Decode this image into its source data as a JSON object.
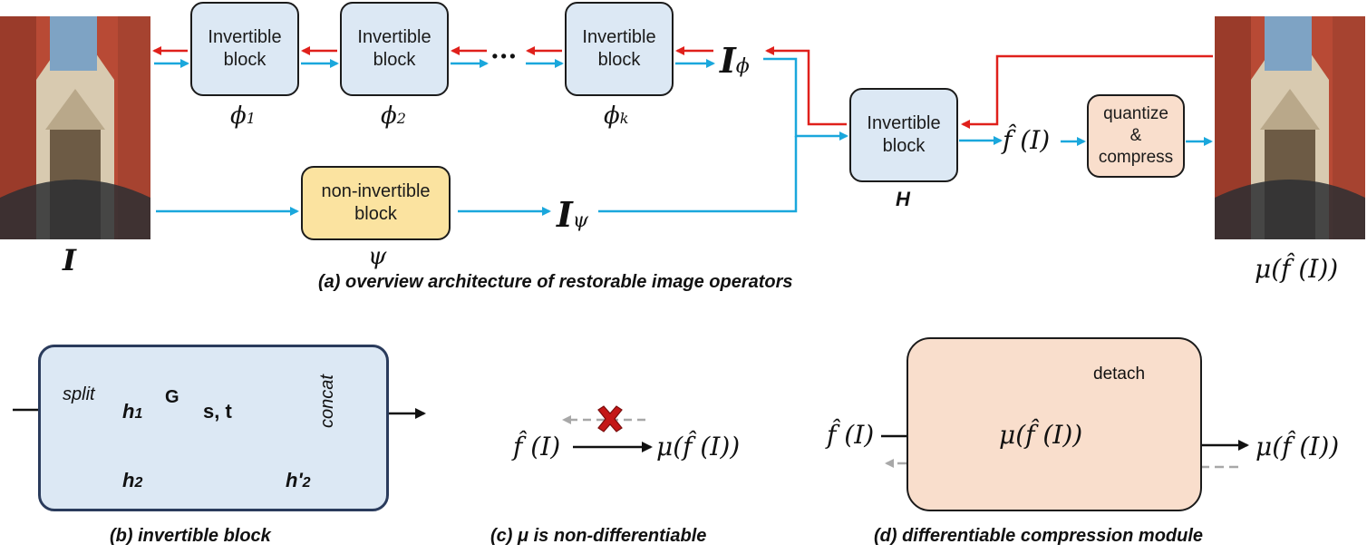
{
  "overview": {
    "blocks": {
      "phi1": "Invertible\nblock",
      "phi2": "Invertible\nblock",
      "phik": "Invertible\nblock",
      "noninvertible": "non-invertible\nblock",
      "h": "Invertible\nblock",
      "quantize": "quantize\n&\ncompress"
    },
    "labels": {
      "phi1": "ϕ",
      "phi1_sub": "1",
      "phi2": "ϕ",
      "phi2_sub": "2",
      "phik": "ϕ",
      "phik_sub": "k",
      "ellipsis": "...",
      "I_phi": "I",
      "I_phi_sub": "ϕ",
      "I_psi": "I",
      "I_psi_sub": "ψ",
      "psi": "ψ",
      "H": "H",
      "fI": "f̂ (I)",
      "input_image": "I",
      "output_image": "μ(f̂ (I))"
    },
    "caption": "(a) overview architecture of restorable image operators",
    "colors": {
      "forward": "#1aa7dc",
      "backward": "#e0201b"
    }
  },
  "invertible_block": {
    "split": "split",
    "h1": "h",
    "h1_sub": "1",
    "h2": "h",
    "h2_sub": "2",
    "h2p": "h'",
    "h2p_sub": "2",
    "G": "G",
    "st": "s, t",
    "concat": "concat",
    "caption": "(b) invertible block"
  },
  "non_diff": {
    "fI": "f̂ (I)",
    "mu_fI": "μ(f̂ (I))",
    "caption": "(c) μ  is non-differentiable"
  },
  "diff_module": {
    "fI": "f̂ (I)",
    "mu_inner": "μ(f̂ (I))",
    "mu_out": "μ(f̂ (I))",
    "detach": "detach",
    "caption": "(d) differentiable compression module"
  }
}
